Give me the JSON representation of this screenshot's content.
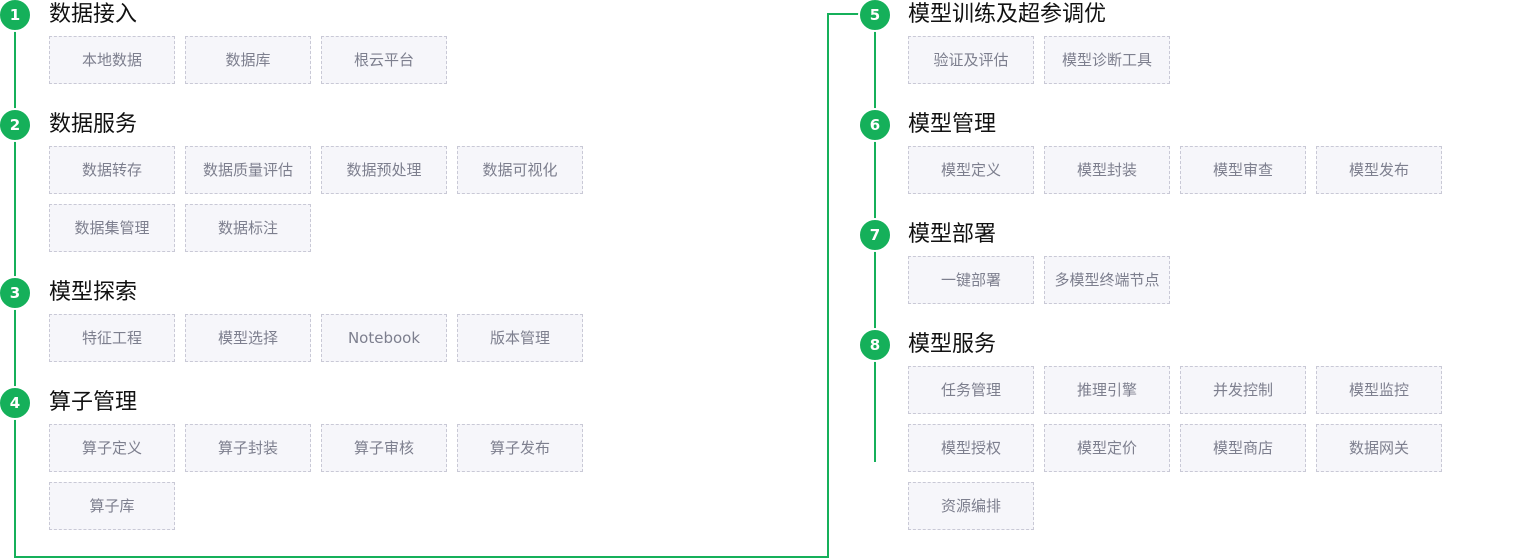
{
  "colors": {
    "accent": "#15b05a",
    "chip_background": "#f6f6fa",
    "chip_border": "#c9c9d6",
    "chip_text": "#7d7f8e",
    "title_text": "#111111"
  },
  "steps": [
    {
      "number": "1",
      "title": "数据接入",
      "items": [
        "本地数据",
        "数据库",
        "根云平台"
      ]
    },
    {
      "number": "2",
      "title": "数据服务",
      "items": [
        "数据转存",
        "数据质量评估",
        "数据预处理",
        "数据可视化",
        "数据集管理",
        "数据标注"
      ]
    },
    {
      "number": "3",
      "title": "模型探索",
      "items": [
        "特征工程",
        "模型选择",
        "Notebook",
        "版本管理"
      ]
    },
    {
      "number": "4",
      "title": "算子管理",
      "items": [
        "算子定义",
        "算子封装",
        "算子审核",
        "算子发布",
        "算子库"
      ]
    },
    {
      "number": "5",
      "title": "模型训练及超参调优",
      "items": [
        "验证及评估",
        "模型诊断工具"
      ]
    },
    {
      "number": "6",
      "title": "模型管理",
      "items": [
        "模型定义",
        "模型封装",
        "模型审查",
        "模型发布"
      ]
    },
    {
      "number": "7",
      "title": "模型部署",
      "items": [
        "一键部署",
        "多模型终端节点"
      ]
    },
    {
      "number": "8",
      "title": "模型服务",
      "items": [
        "任务管理",
        "推理引擎",
        "并发控制",
        "模型监控",
        "模型授权",
        "模型定价",
        "模型商店",
        "数据网关",
        "资源编排"
      ]
    }
  ]
}
